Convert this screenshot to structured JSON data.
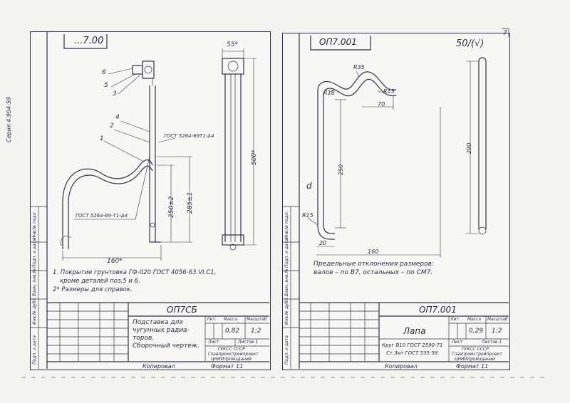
{
  "left_sheet": {
    "header_code": "...7.00",
    "series_label": "Серия 4.904-59",
    "callouts": [
      "6",
      "5",
      "3",
      "4",
      "2",
      "1"
    ],
    "dims": {
      "top_width": "55*",
      "total_height": "500*",
      "dim1": "285±1",
      "dim2": "250±2",
      "bottom_width": "160*"
    },
    "gost_labels": [
      "ГОСТ 5264-69Т1-Δ4",
      "ГОСТ 5264-69-Т1-Δ4"
    ],
    "notes": [
      "1. Покрытие грунтовка ГФ-020 ГОСТ 4056-63.VI.C1,",
      "кроме деталей поз.5 и 6.",
      "2* Размеры для справок."
    ],
    "tb_code": "ОП7СБ",
    "tb_title": [
      "Подставка для",
      "чугунных радиа-",
      "торов.",
      "Сборочный чертеж."
    ],
    "tb_headers": {
      "lit": "Лит.",
      "mass": "Масса",
      "scale": "Масштаб"
    },
    "tb_mass": "0,82",
    "tb_scale": "1:2",
    "tb_sheet": "Лист",
    "tb_sheets": "Листов 1",
    "tb_org": [
      "ГУКСС СССР",
      "Главпромстройпроект",
      "ЦНИИпромзданий"
    ],
    "copied": "Копировал",
    "format": "Формат 11",
    "side_labels": [
      "Инв.№ подл.",
      "Подп. и дата",
      "Взам. инв.№",
      "Инв.№ дубл.",
      "Подп. и дата"
    ]
  },
  "right_sheet": {
    "header_code": "ОП7.001",
    "roughness": "50/(√)",
    "dims": {
      "r35": "R35",
      "r18": "R18",
      "r15a": "R15",
      "r15b": "R15",
      "d70": "70",
      "d250": "250",
      "d290": "290",
      "d20": "20",
      "d160": "160",
      "phi": "d"
    },
    "notes": [
      "Предельные отклонения размеров:",
      "валов – по В7, остальных – по СМ7."
    ],
    "tb_code": "ОП7.001",
    "tb_title": "Лапа",
    "tb_headers": {
      "lit": "Лит.",
      "mass": "Масса",
      "scale": "Масштаб"
    },
    "tb_mass": "0,29",
    "tb_scale": "1:2",
    "tb_sheet": "Лист",
    "tb_sheets": "Листов 1",
    "tb_material": [
      "Круг В10 ГОСТ 2590-71",
      "Ст.3кп ГОСТ 535-58"
    ],
    "tb_org": [
      "ГУКСС СССР",
      "Главпромстройпроект",
      "ЦНИИпромзданий"
    ],
    "copied": "Копировал",
    "format": "Формат 11",
    "side_labels": [
      "Инв.№ подл.",
      "Подп. и дата",
      "Взам. инв.№",
      "Инв.№ дубл.",
      "Подп. и дата"
    ]
  },
  "page_number": "7"
}
